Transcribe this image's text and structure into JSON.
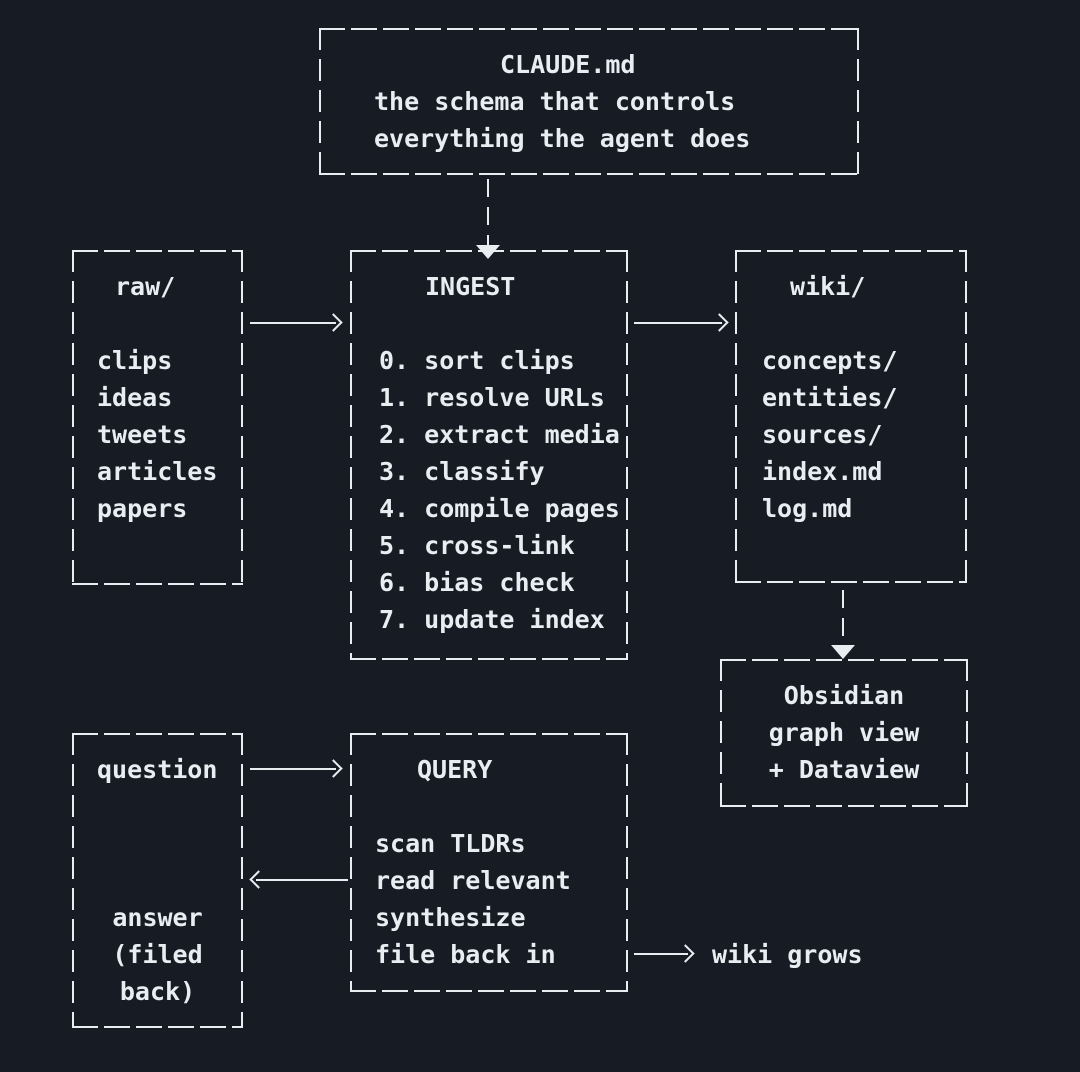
{
  "colors": {
    "background": "#161b24",
    "line": "#e9edf2",
    "text": "#e9edf2"
  },
  "boxes": {
    "claude": {
      "title": "CLAUDE.md",
      "lines": [
        "the schema that controls",
        "everything the agent does"
      ]
    },
    "raw": {
      "title": "raw/",
      "lines": [
        "clips",
        "ideas",
        "tweets",
        "articles",
        "papers"
      ]
    },
    "ingest": {
      "title": "INGEST",
      "lines": [
        "0. sort clips",
        "1. resolve URLs",
        "2. extract media",
        "3. classify",
        "4. compile pages",
        "5. cross-link",
        "6. bias check",
        "7. update index"
      ]
    },
    "wiki": {
      "title": "wiki/",
      "lines": [
        "concepts/",
        "entities/",
        "sources/",
        "index.md",
        "log.md"
      ]
    },
    "obsidian": {
      "lines": [
        "Obsidian",
        "graph view",
        "+ Dataview"
      ]
    },
    "question": {
      "title": "question",
      "lines": [
        "answer",
        "(filed",
        "back)"
      ]
    },
    "query": {
      "title": "QUERY",
      "lines": [
        "scan TLDRs",
        "read relevant",
        "synthesize",
        "file back in"
      ]
    }
  },
  "labels": {
    "wiki_grows": "wiki grows"
  }
}
